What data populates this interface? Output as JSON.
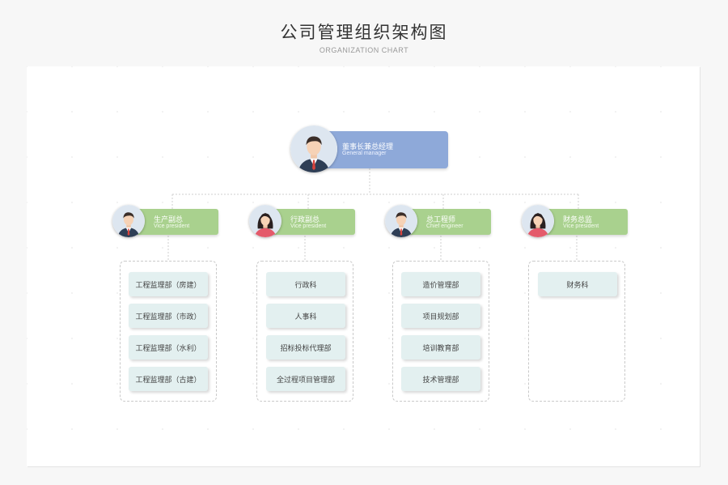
{
  "header": {
    "title": "公司管理组织架构图",
    "subtitle": "ORGANIZATION CHART"
  },
  "top": {
    "title": "董事长兼总经理",
    "subtitle": "General manager",
    "avatar_icon": "male-avatar-icon"
  },
  "colors": {
    "top_bar": "#8ea9d9",
    "vp_bar": "#a9d18e",
    "dept_fill": "#e3f0f0"
  },
  "vps": [
    {
      "title": "生产副总",
      "subtitle": "Vice president",
      "avatar_icon": "male-avatar-icon",
      "depts": [
        "工程监理部（房建）",
        "工程监理部（市政）",
        "工程监理部（水利）",
        "工程监理部（古建）"
      ]
    },
    {
      "title": "行政副总",
      "subtitle": "Vice president",
      "avatar_icon": "female-avatar-icon",
      "depts": [
        "行政科",
        "人事科",
        "招标投标代理部",
        "全过程项目管理部"
      ]
    },
    {
      "title": "总工程师",
      "subtitle": "Chief engineer",
      "avatar_icon": "male-avatar-icon",
      "depts": [
        "造价管理部",
        "项目规划部",
        "培训教育部",
        "技术管理部"
      ]
    },
    {
      "title": "财务总监",
      "subtitle": "Vice president",
      "avatar_icon": "female-avatar-icon",
      "depts": [
        "财务科"
      ]
    }
  ]
}
